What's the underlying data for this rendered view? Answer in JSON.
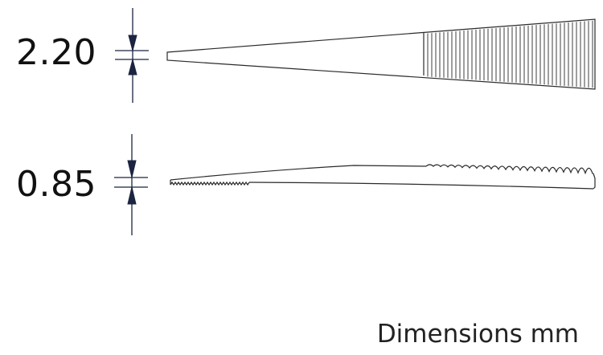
{
  "dimensions": {
    "top_thickness": "2.20",
    "bottom_thickness": "0.85"
  },
  "units_caption": "Dimensions mm",
  "colors": {
    "stroke": "#2a2a2a",
    "arrow": "#1b2440"
  }
}
